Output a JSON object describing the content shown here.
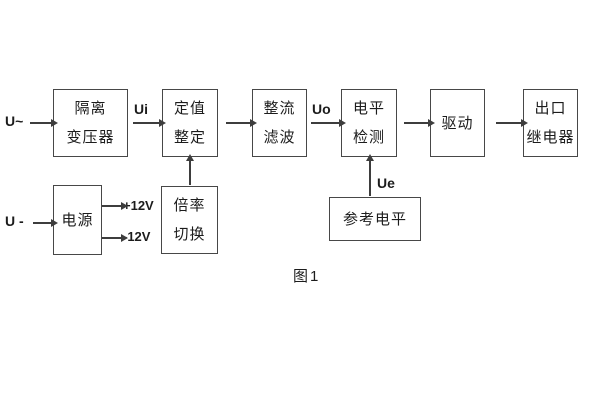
{
  "figure": {
    "caption": "图1",
    "colors": {
      "line": "#3d3d3d",
      "border": "#474747",
      "text": "#1c1c1c",
      "background": "#ffffff"
    }
  },
  "labels": {
    "input_ac": "U~",
    "input_dc": "U -",
    "signal_ui": "Ui",
    "signal_uo": "Uo",
    "signal_ue": "Ue",
    "rail_pos": "+12V",
    "rail_neg": "-12V"
  },
  "blocks": {
    "isolation_transformer": {
      "line1": "隔离",
      "line2": "变压器"
    },
    "setpoint_adjust": {
      "line1": "定值",
      "line2": "整定"
    },
    "rectifier_filter": {
      "line1": "整流",
      "line2": "滤波"
    },
    "level_detector": {
      "line1": "电平",
      "line2": "检测"
    },
    "driver": {
      "line1": "驱动"
    },
    "output_relay": {
      "line1": "出口",
      "line2": "继电器"
    },
    "power_supply": {
      "line1": "电源"
    },
    "ratio_switch": {
      "line1": "倍率",
      "line2": "切换"
    },
    "reference_level": {
      "line1": "参考电平"
    }
  }
}
